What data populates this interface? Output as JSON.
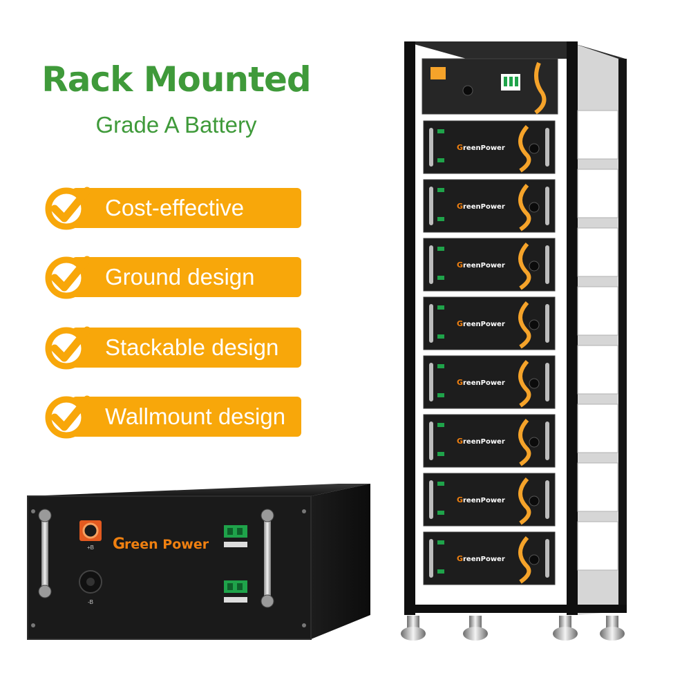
{
  "headline": "Rack Mounted",
  "subheadline": "Grade A Battery",
  "features": [
    {
      "label": "Cost-effective"
    },
    {
      "label": "Ground design"
    },
    {
      "label": "Stackable design"
    },
    {
      "label": "Wallmount design"
    }
  ],
  "brand": {
    "name_prefix": "G",
    "name_rest": "reen Power",
    "name_rest_small": "reenPower"
  },
  "module_labels": {
    "positive": "+B",
    "negative": "-B"
  },
  "colors": {
    "headline_green": "#3f9a3a",
    "feature_orange": "#f8a70a",
    "brand_orange": "#f08010",
    "chassis_black": "#1a1a1a",
    "cable_orange": "#f5a32a"
  },
  "icons": {
    "feature_check": "check-circle-icon"
  }
}
